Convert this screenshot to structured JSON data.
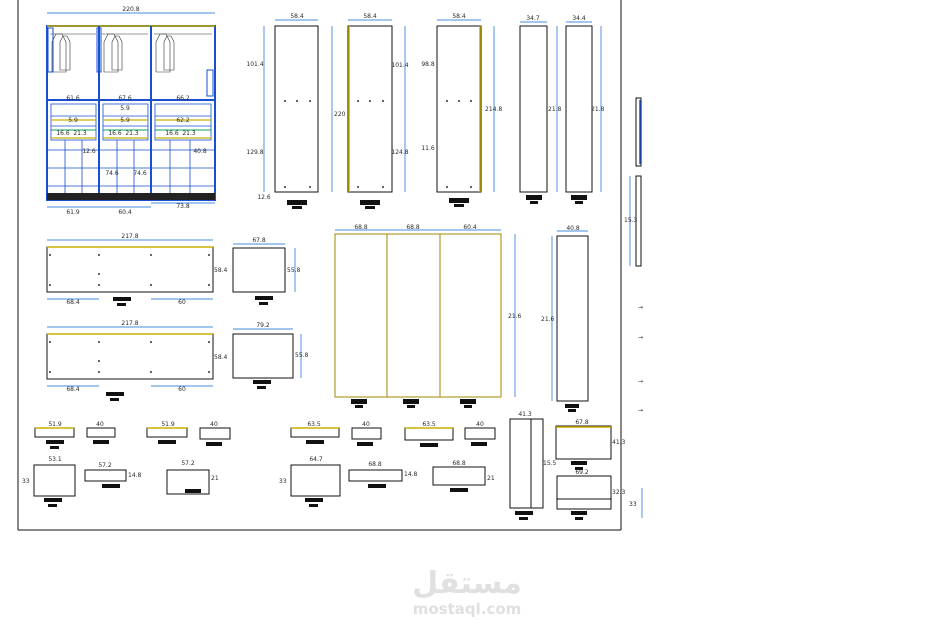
{
  "watermark": {
    "arabic": "مستقل",
    "latin": "mostaql.com"
  },
  "wardrobe": {
    "overall_width": "220.8",
    "section_widths": [
      "61.6",
      "67.6",
      "66.2"
    ],
    "shelf_labels": [
      "5.9",
      "5.9",
      "5.9",
      "62.2"
    ],
    "drawer_labels": [
      "16.6",
      "21.3",
      "16.6",
      "21.3",
      "16.6",
      "21.3"
    ],
    "inner_labels": [
      "12.6",
      "74.6",
      "74.6",
      "40.8",
      "74.6"
    ],
    "bottom_labels": [
      "61.9",
      "60.4",
      "73.8"
    ]
  },
  "side_panels": {
    "panel_a": {
      "width": "58.4",
      "upper": "101.4",
      "height": "220",
      "lower": "129.8",
      "foot": "12.6"
    },
    "panel_b": {
      "width": "58.4",
      "upper": "101.4",
      "lower": "124.8"
    },
    "panel_c": {
      "width": "58.4",
      "upper": "98.8",
      "height": "214.8",
      "lower": "11.6"
    },
    "panel_d": {
      "width": "34.7",
      "height": "21.8"
    },
    "panel_e": {
      "width": "34.4",
      "height": "21.8"
    }
  },
  "horizontal_panels": {
    "top": {
      "width": "217.8",
      "depth": "58.4",
      "left": "68.4",
      "right": "60"
    },
    "bottom": {
      "width": "217.8",
      "depth": "58.4",
      "left": "68.4",
      "right": "60"
    },
    "small_a": {
      "width": "67.8",
      "height": "55.8"
    },
    "small_b": {
      "width": "79.2",
      "height": "55.8"
    }
  },
  "doors": {
    "widths": [
      "68.8",
      "68.8",
      "60.4"
    ],
    "height": "21.6",
    "single_width": "40.8",
    "single_height": "21.6"
  },
  "small_parts": {
    "row1": [
      "51.9",
      "40",
      "51.9",
      "40",
      "63.5",
      "40",
      "63.5",
      "40"
    ],
    "row2_left": [
      "53.1",
      "57.2",
      "57.2"
    ],
    "row2_right": [
      "64.7",
      "68.8",
      "68.8"
    ],
    "side_values": [
      "33",
      "14.8",
      "21",
      "33",
      "14.8",
      "21"
    ]
  },
  "drawer_units": {
    "tall_width": "41.3",
    "tall_height": "15.5",
    "box_a_width": "67.8",
    "box_a_height": "41.3",
    "box_b_width": "69.2",
    "box_b_height": "32.3",
    "side_label": "33"
  },
  "strip": {
    "label": "15.3"
  }
}
